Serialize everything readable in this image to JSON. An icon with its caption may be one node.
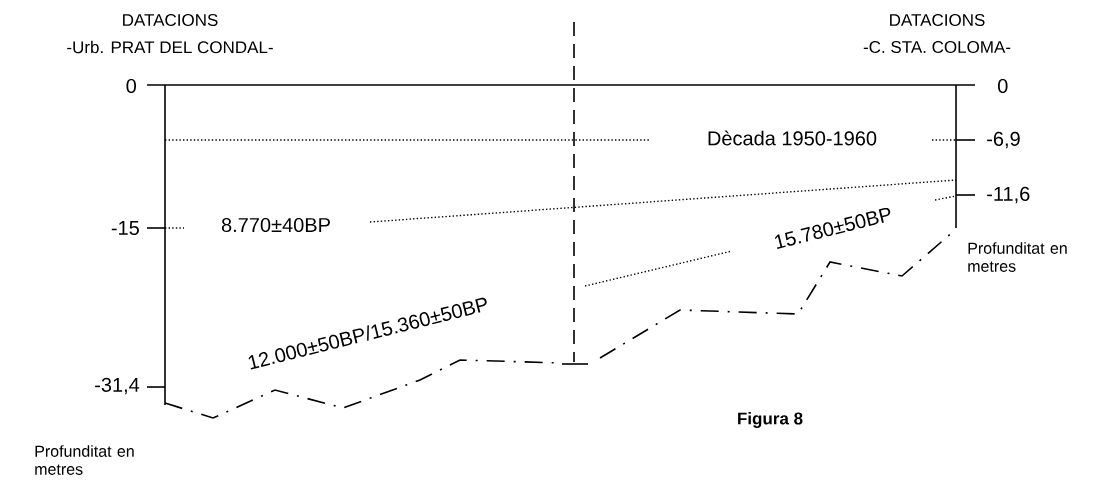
{
  "diagram": {
    "caption": "Figura 8",
    "labels": [
      "DATACIONS",
      "-Urb. PRAT DEL CONDAL-",
      "DATACIONS",
      "-C. STA. COLOMA-",
      "0",
      "0",
      "Dècada 1950-1960",
      "-6,9",
      "-11,6",
      "-15",
      "8.770±40BP",
      "15.780±50BP",
      "Profunditat en metres",
      "12.000±50BP/15.360±50BP",
      "-31,4",
      "Profunditat en metres"
    ]
  }
}
